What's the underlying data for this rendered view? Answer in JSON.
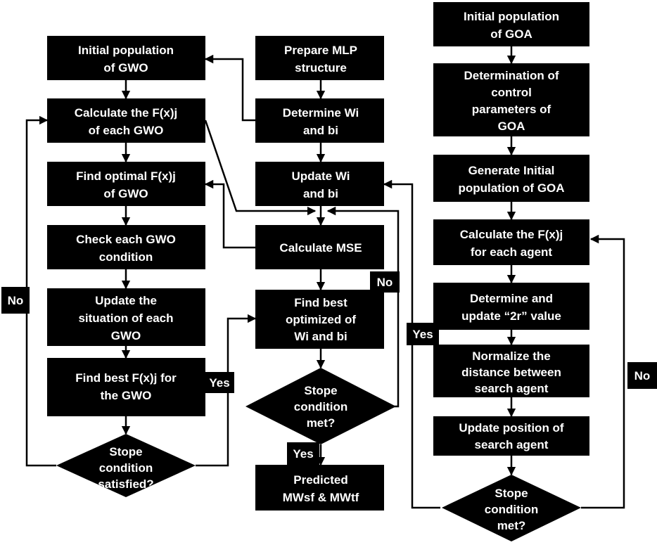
{
  "gwo": {
    "initial": [
      "Initial population",
      "of GWO"
    ],
    "calc": [
      "Calculate the F(x)j",
      "of each GWO"
    ],
    "optimal": [
      "Find optimal F(x)j",
      "of GWO"
    ],
    "check": [
      "Check each GWO",
      "condition"
    ],
    "update": [
      "Update the",
      "situation of each",
      "GWO"
    ],
    "best": [
      "Find best F(x)j for",
      "the GWO"
    ],
    "stop": [
      "Stope",
      "condition",
      "satisfied?"
    ],
    "no_label": "No",
    "yes_label": "Yes"
  },
  "mlp": {
    "prepare": [
      "Prepare MLP",
      "structure"
    ],
    "determine": [
      "Determine Wi",
      "and bi"
    ],
    "update": [
      "Update Wi",
      "and bi"
    ],
    "mse": [
      "Calculate MSE"
    ],
    "best": [
      "Find best",
      "optimized of",
      "Wi and bi"
    ],
    "stop": [
      "Stope",
      "condition",
      "met?"
    ],
    "predicted": [
      "Predicted",
      "MWsf & MWtf"
    ],
    "no_label": "No",
    "yes_label": "Yes"
  },
  "goa": {
    "initial": [
      "Initial population",
      "of GOA"
    ],
    "control": [
      "Determination of",
      "control",
      "parameters of",
      "GOA"
    ],
    "generate": [
      "Generate Initial",
      "population of GOA"
    ],
    "calc": [
      "Calculate the F(x)j",
      "for each agent"
    ],
    "determine": [
      "Determine and",
      "update “2r” value"
    ],
    "normalize": [
      "Normalize the",
      "distance between",
      "search agent"
    ],
    "position": [
      "Update position of",
      "search agent"
    ],
    "stop": [
      "Stope",
      "condition",
      "met?"
    ],
    "no_label": "No",
    "yes_label": "Yes"
  },
  "colors": {
    "box": "#000000",
    "text": "#ffffff",
    "line": "#000000",
    "background": "#ffffff"
  }
}
